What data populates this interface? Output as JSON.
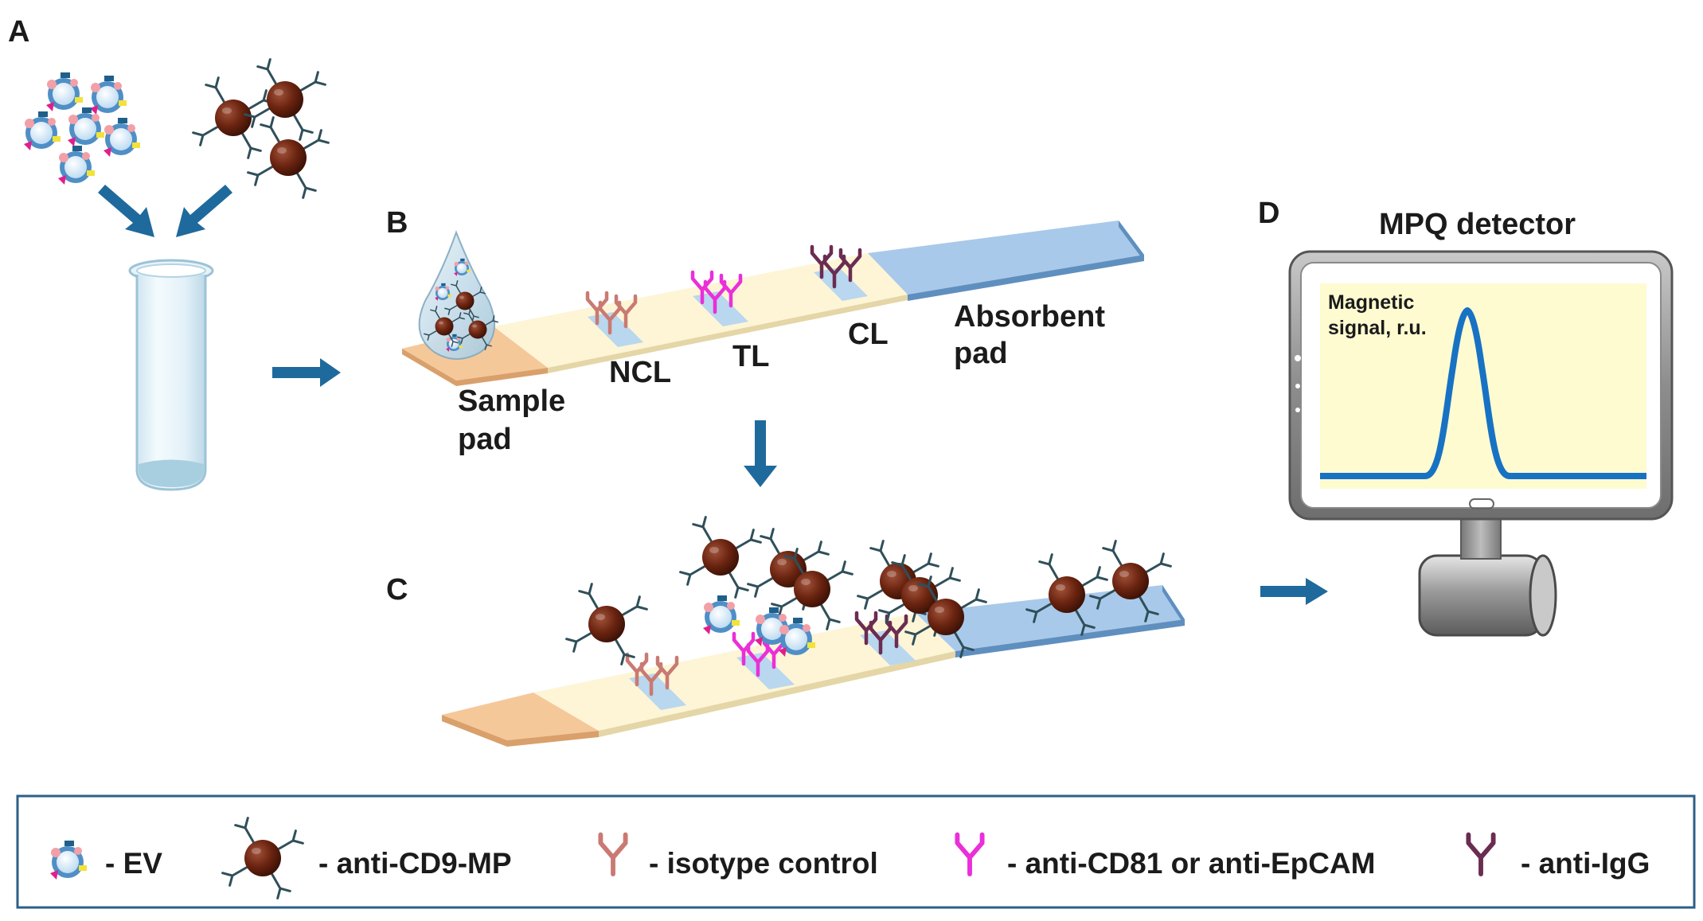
{
  "panels": {
    "a": "A",
    "b": "B",
    "c": "C",
    "d": "D"
  },
  "strip_labels": {
    "sample_line1": "Sample",
    "sample_line2": "pad",
    "ncl": "NCL",
    "tl": "TL",
    "cl": "CL",
    "absorbent_line1": "Absorbent",
    "absorbent_line2": "pad"
  },
  "detector": {
    "title": "MPQ detector",
    "signal_line1": "Magnetic",
    "signal_line2": "signal, r.u."
  },
  "legend": {
    "ev": "- EV",
    "mp": "- anti-CD9-MP",
    "isotype": "- isotype control",
    "cd81": "- anti-CD81 or anti-EpCAM",
    "igg": "- anti-IgG"
  },
  "colors": {
    "arrow": "#1f6a9c",
    "sample_pad": "#f5c89a",
    "membrane": "#fdf5d6",
    "absorbent_pad": "#a9c9ea",
    "isotype_antibody": "#c97a72",
    "cd81_antibody": "#ea2fd8",
    "igg_antibody": "#6b2c52",
    "magnetic_particle": "#6b2410",
    "mp_antibody": "#2f4f5a",
    "signal_curve": "#1872c4",
    "screen": "#fefbd0"
  },
  "icons": [
    "ev-icon",
    "magnetic-particle-icon",
    "antibody-icon",
    "test-tube-icon",
    "droplet-icon",
    "monitor-icon"
  ]
}
